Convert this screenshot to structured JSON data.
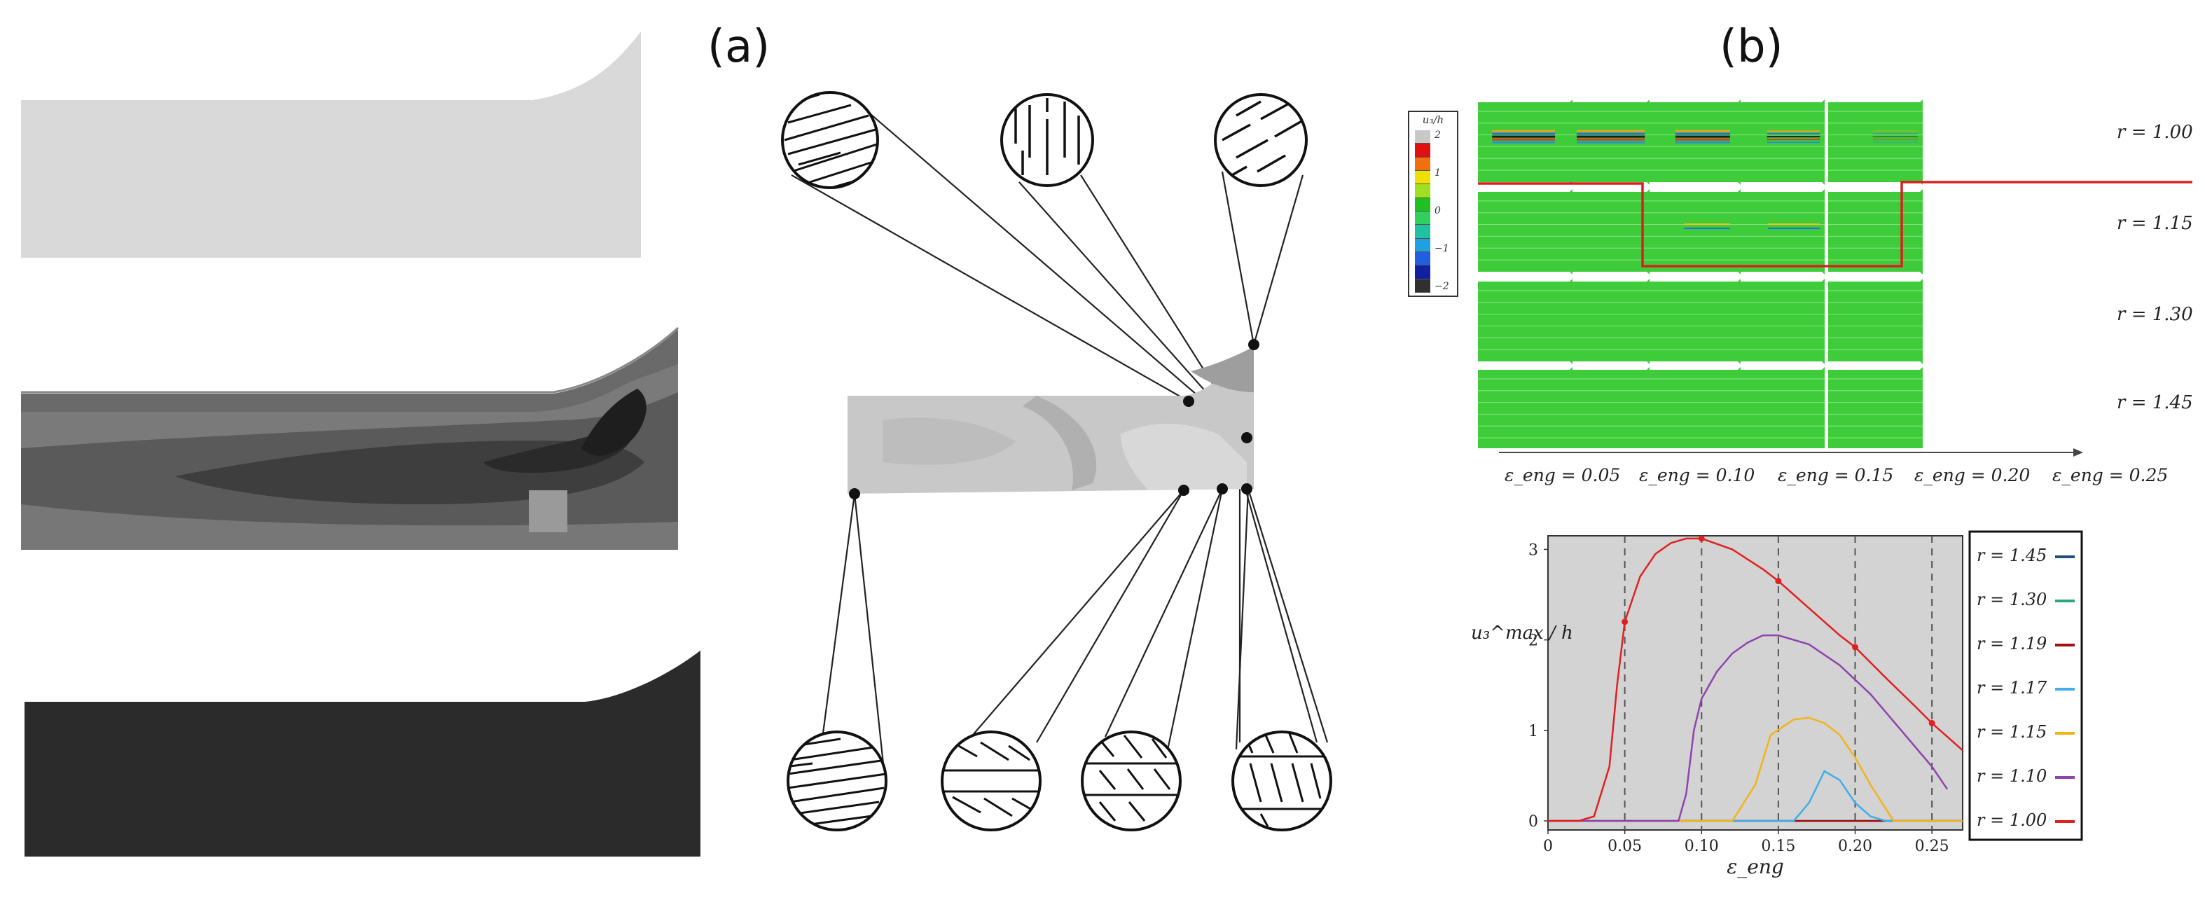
{
  "panel_labels": {
    "a": "(a)",
    "b": "(b)"
  },
  "colorbar": {
    "title": "u₃/h",
    "ticks": [
      "2",
      "1",
      "0",
      "−1",
      "−2"
    ],
    "colors": [
      "#c8c8c8",
      "#e01010",
      "#f07010",
      "#f0e000",
      "#a0e020",
      "#20c020",
      "#30d060",
      "#20c0a0",
      "#20a0e0",
      "#2060e0",
      "#1020a0",
      "#303030"
    ]
  },
  "grid": {
    "row_labels": [
      "r = 1.00",
      "r = 1.15",
      "r = 1.30",
      "r = 1.45"
    ],
    "col_labels": [
      "ε_eng = 0.05",
      "ε_eng = 0.10",
      "ε_eng = 0.15",
      "ε_eng = 0.20",
      "ε_eng = 0.25"
    ],
    "highlight_color": "#d92020",
    "field_color": "#3fcc3a"
  },
  "chart_data": {
    "type": "line",
    "xlabel": "ε_eng",
    "ylabel": "u₃^max / h",
    "xlim": [
      0,
      0.27
    ],
    "ylim": [
      -0.1,
      3.15
    ],
    "xticks": [
      "0",
      "0.05",
      "0.10",
      "0.15",
      "0.20",
      "0.25"
    ],
    "xtick_values": [
      0,
      0.05,
      0.1,
      0.15,
      0.2,
      0.25
    ],
    "yticks": [
      "0",
      "1",
      "2",
      "3"
    ],
    "ytick_values": [
      0,
      1,
      2,
      3
    ],
    "vlines": [
      0.05,
      0.1,
      0.15,
      0.2,
      0.25
    ],
    "series": [
      {
        "name": "r = 1.45",
        "color": "#1f4e79",
        "x": [
          0,
          0.27
        ],
        "y": [
          0,
          0
        ]
      },
      {
        "name": "r = 1.30",
        "color": "#2aa87a",
        "x": [
          0,
          0.27
        ],
        "y": [
          0,
          0
        ]
      },
      {
        "name": "r = 1.19",
        "color": "#a01010",
        "x": [
          0,
          0.27
        ],
        "y": [
          0,
          0
        ]
      },
      {
        "name": "r = 1.17",
        "color": "#40aee8",
        "x": [
          0,
          0.16,
          0.17,
          0.18,
          0.19,
          0.2,
          0.21,
          0.22,
          0.27
        ],
        "y": [
          0,
          0,
          0.2,
          0.55,
          0.45,
          0.2,
          0.05,
          0,
          0
        ]
      },
      {
        "name": "r = 1.15",
        "color": "#f2b418",
        "x": [
          0,
          0.12,
          0.135,
          0.145,
          0.16,
          0.17,
          0.18,
          0.19,
          0.2,
          0.21,
          0.225,
          0.27
        ],
        "y": [
          0,
          0,
          0.4,
          0.95,
          1.12,
          1.14,
          1.08,
          0.95,
          0.7,
          0.4,
          0,
          0
        ]
      },
      {
        "name": "r = 1.10",
        "color": "#8e44ad",
        "x": [
          0,
          0.085,
          0.09,
          0.095,
          0.1,
          0.11,
          0.12,
          0.13,
          0.14,
          0.15,
          0.17,
          0.19,
          0.21,
          0.23,
          0.25,
          0.26
        ],
        "y": [
          0,
          0,
          0.3,
          1.0,
          1.35,
          1.65,
          1.85,
          1.97,
          2.05,
          2.05,
          1.95,
          1.72,
          1.4,
          1.0,
          0.6,
          0.35
        ]
      },
      {
        "name": "r = 1.00",
        "color": "#e02020",
        "x": [
          0,
          0.02,
          0.03,
          0.04,
          0.045,
          0.05,
          0.06,
          0.07,
          0.08,
          0.09,
          0.1,
          0.12,
          0.14,
          0.15,
          0.17,
          0.19,
          0.2,
          0.22,
          0.24,
          0.25,
          0.27
        ],
        "y": [
          0,
          0,
          0.05,
          0.6,
          1.5,
          2.2,
          2.7,
          2.95,
          3.07,
          3.12,
          3.12,
          3.0,
          2.78,
          2.65,
          2.35,
          2.05,
          1.92,
          1.58,
          1.25,
          1.08,
          0.78
        ]
      }
    ],
    "markers": {
      "series": "r = 1.00",
      "x": [
        0.05,
        0.1,
        0.15,
        0.2,
        0.25
      ],
      "y": [
        2.2,
        3.12,
        2.65,
        1.92,
        1.08
      ]
    }
  }
}
